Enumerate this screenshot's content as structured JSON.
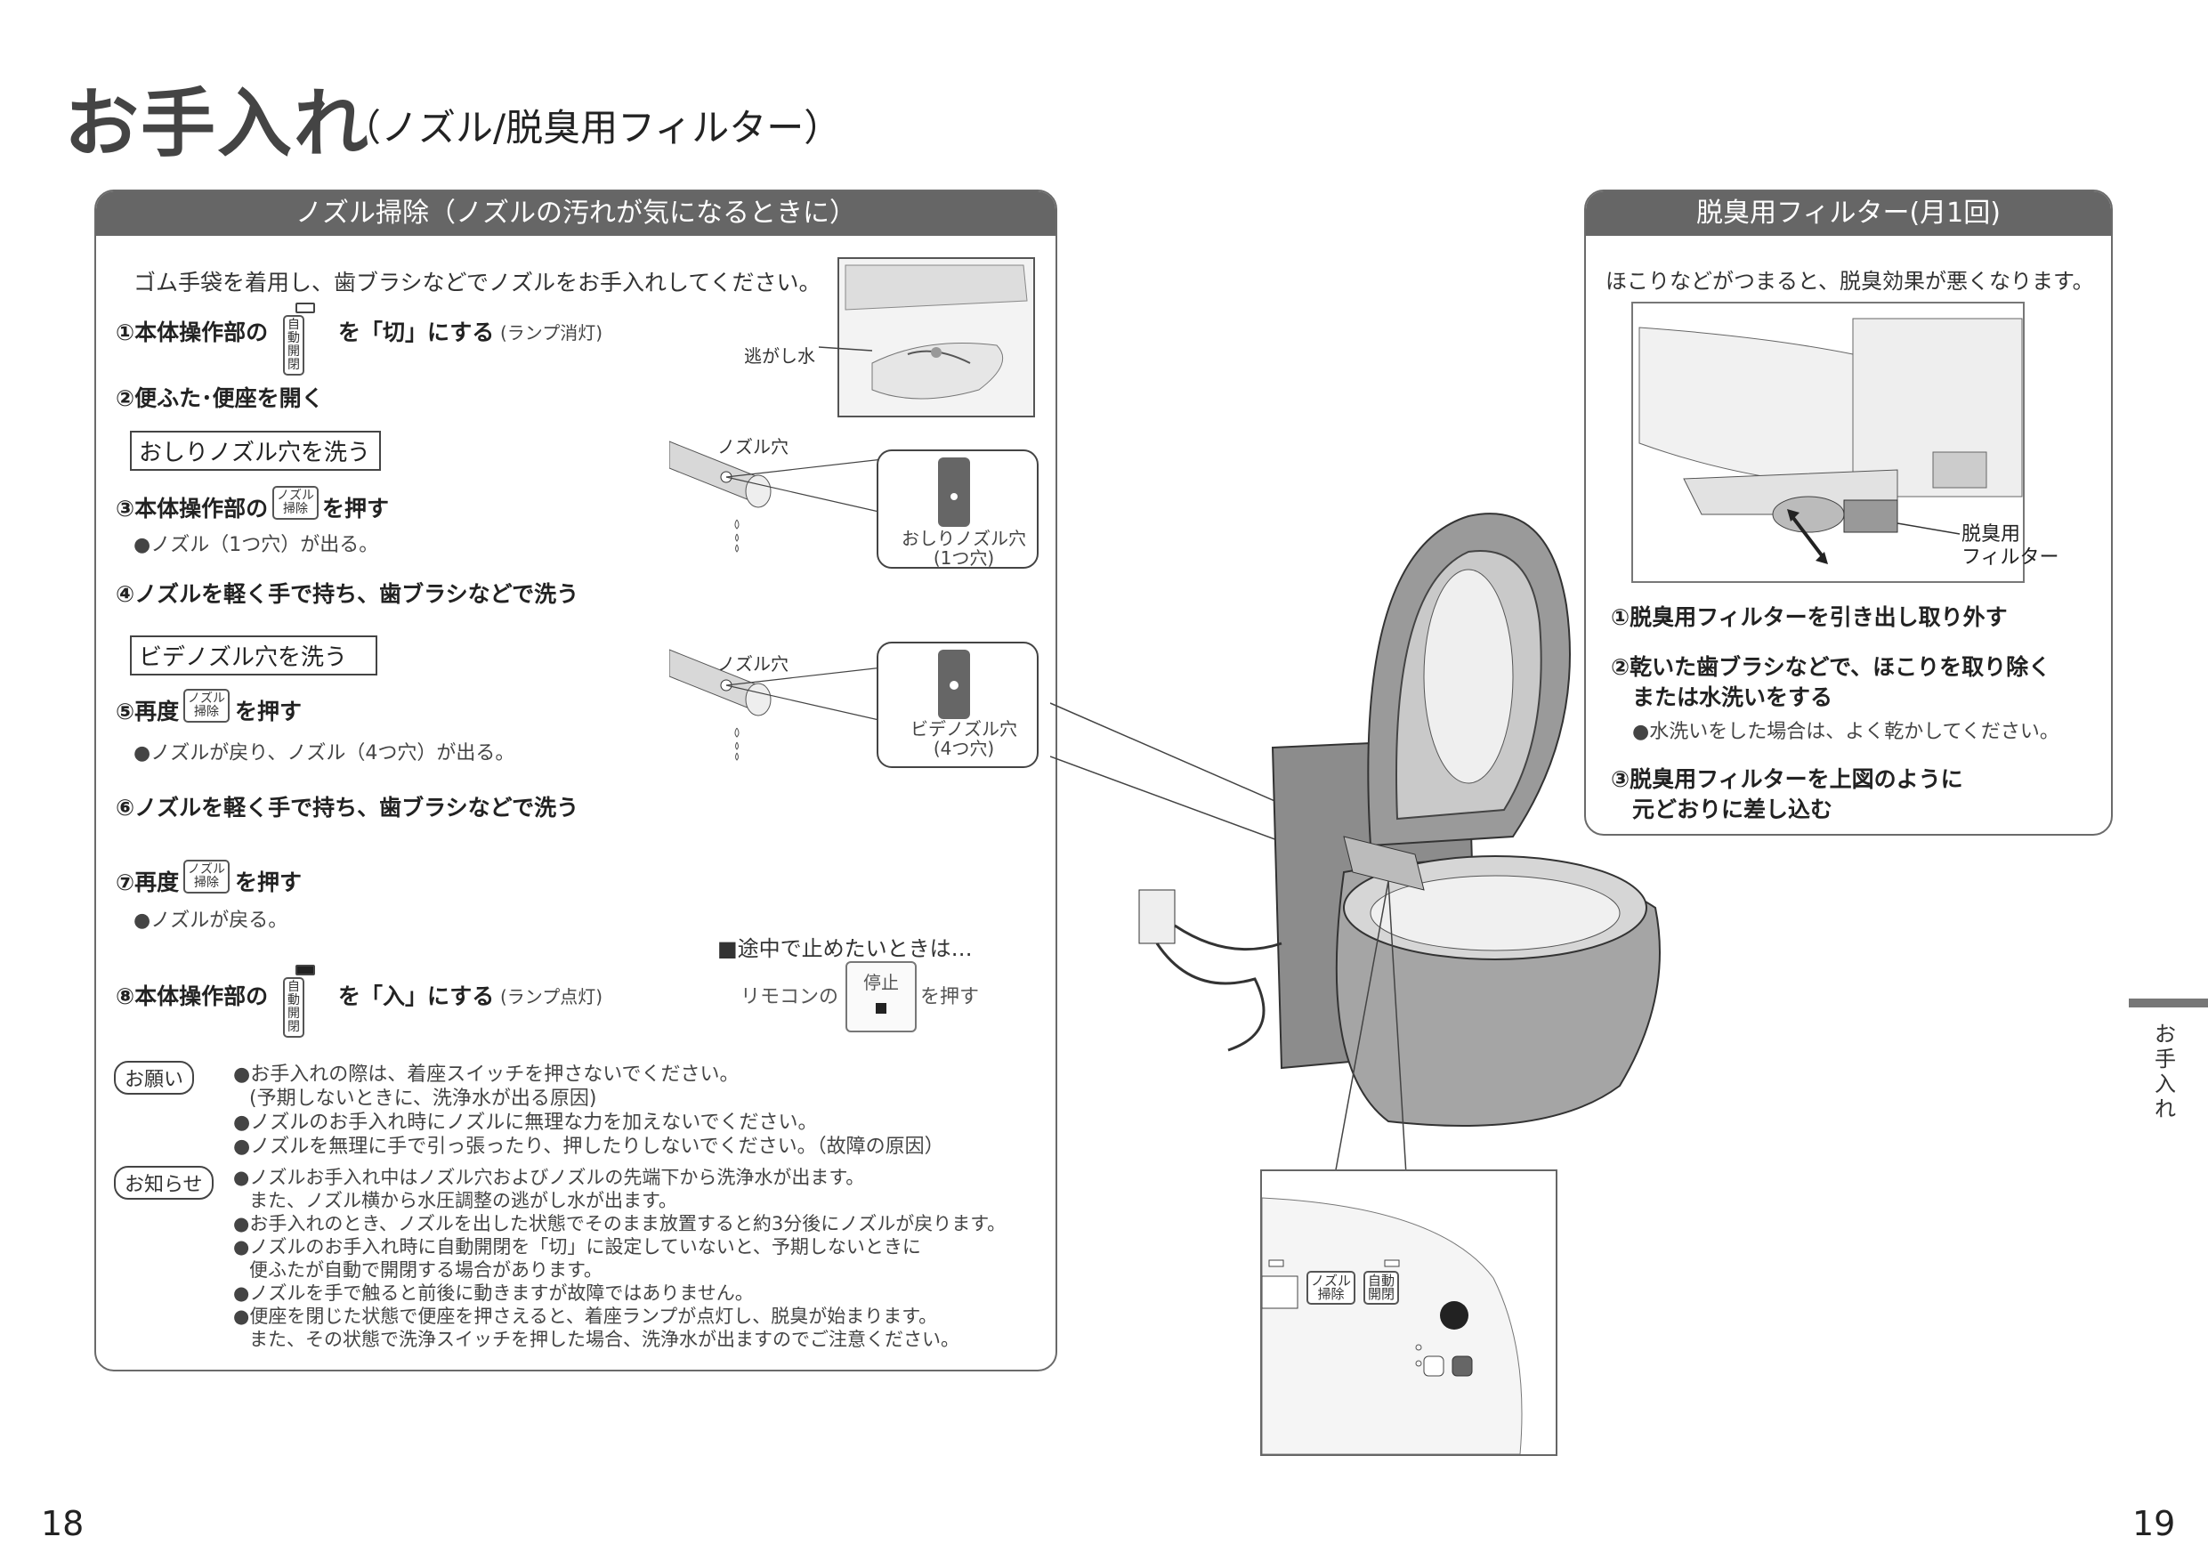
{
  "title": {
    "main": "お手入れ",
    "sub": "（ノズル/脱臭用フィルター）"
  },
  "left_panel": {
    "header": "ノズル掃除（ノズルの汚れが気になるときに）",
    "intro": "ゴム手袋を着用し、歯ブラシなどでノズルをお手入れしてください。",
    "step1_pre": "①本体操作部の",
    "step1_post": "を「切」にする",
    "step1_note": "(ランプ消灯)",
    "step2": "②便ふた･便座を開く",
    "section_oshiri": "おしりノズル穴を洗う",
    "step3_pre": "③本体操作部の",
    "step3_post": "を押す",
    "step3_note": "●ノズル（1つ穴）が出る。",
    "step4": "④ノズルを軽く手で持ち、歯ブラシなどで洗う",
    "section_bide": "ビデノズル穴を洗う",
    "step5_pre": "⑤再度",
    "step5_post": "を押す",
    "step5_note": "●ノズルが戻り、ノズル（4つ穴）が出る。",
    "step6": "⑥ノズルを軽く手で持ち、歯ブラシなどで洗う",
    "step7_pre": "⑦再度",
    "step7_post": "を押す",
    "step7_note": "●ノズルが戻る。",
    "step8_pre": "⑧本体操作部の",
    "step8_post": "を「入」にする",
    "step8_note": "(ランプ点灯)",
    "stop_title": "■途中で止めたいときは…",
    "stop_pre": "リモコンの",
    "stop_post": "を押す",
    "stop_btn_label": "停止",
    "illus_escape_water": "逃がし水",
    "illus_nozzle_hole_1": "ノズル穴",
    "illus_nozzle_hole_2": "ノズル穴",
    "illus_oshiri_label": "おしりノズル穴",
    "illus_oshiri_count": "(1つ穴)",
    "illus_bide_label": "ビデノズル穴",
    "illus_bide_count": "(4つ穴)",
    "btn_auto_1": "自動",
    "btn_auto_2": "開閉",
    "btn_nozzle_1": "ノズル",
    "btn_nozzle_2": "掃除",
    "onegai_tag": "お願い",
    "onegai_lines": [
      "●お手入れの際は、着座スイッチを押さないでください。",
      "(予期しないときに、洗浄水が出る原因)",
      "●ノズルのお手入れ時にノズルに無理な力を加えないでください。",
      "●ノズルを無理に手で引っ張ったり、押したりしないでください。（故障の原因）"
    ],
    "oshirase_tag": "お知らせ",
    "oshirase_lines": [
      "●ノズルお手入れ中はノズル穴およびノズルの先端下から洗浄水が出ます。",
      "また、ノズル横から水圧調整の逃がし水が出ます。",
      "●お手入れのとき、ノズルを出した状態でそのまま放置すると約3分後にノズルが戻ります。",
      "●ノズルのお手入れ時に自動開閉を「切」に設定していないと、予期しないときに",
      "便ふたが自動で開閉する場合があります。",
      "●ノズルを手で触ると前後に動きますが故障ではありません。",
      "●便座を閉じた状態で便座を押さえると、着座ランプが点灯し、脱臭が始まります。",
      "また、その状態で洗浄スイッチを押した場合、洗浄水が出ますのでご注意ください。"
    ]
  },
  "right_panel": {
    "header": "脱臭用フィルター(月1回)",
    "intro": "ほこりなどがつまると、脱臭効果が悪くなります。",
    "filter_label_1": "脱臭用",
    "filter_label_2": "フィルター",
    "step1": "①脱臭用フィルターを引き出し取り外す",
    "step2_line1": "②乾いた歯ブラシなどで、ほこりを取り除く",
    "step2_line2": "または水洗いをする",
    "step2_note": "●水洗いをした場合は、よく乾かしてください。",
    "step3_line1": "③脱臭用フィルターを上図のように",
    "step3_line2": "元どおりに差し込む"
  },
  "control_panel_zoom": {
    "btn_nozzle_1": "ノズル",
    "btn_nozzle_2": "掃除",
    "btn_auto_1": "自動",
    "btn_auto_2": "開閉"
  },
  "side_tab": "お手入れ",
  "page_left": "18",
  "page_right": "19"
}
